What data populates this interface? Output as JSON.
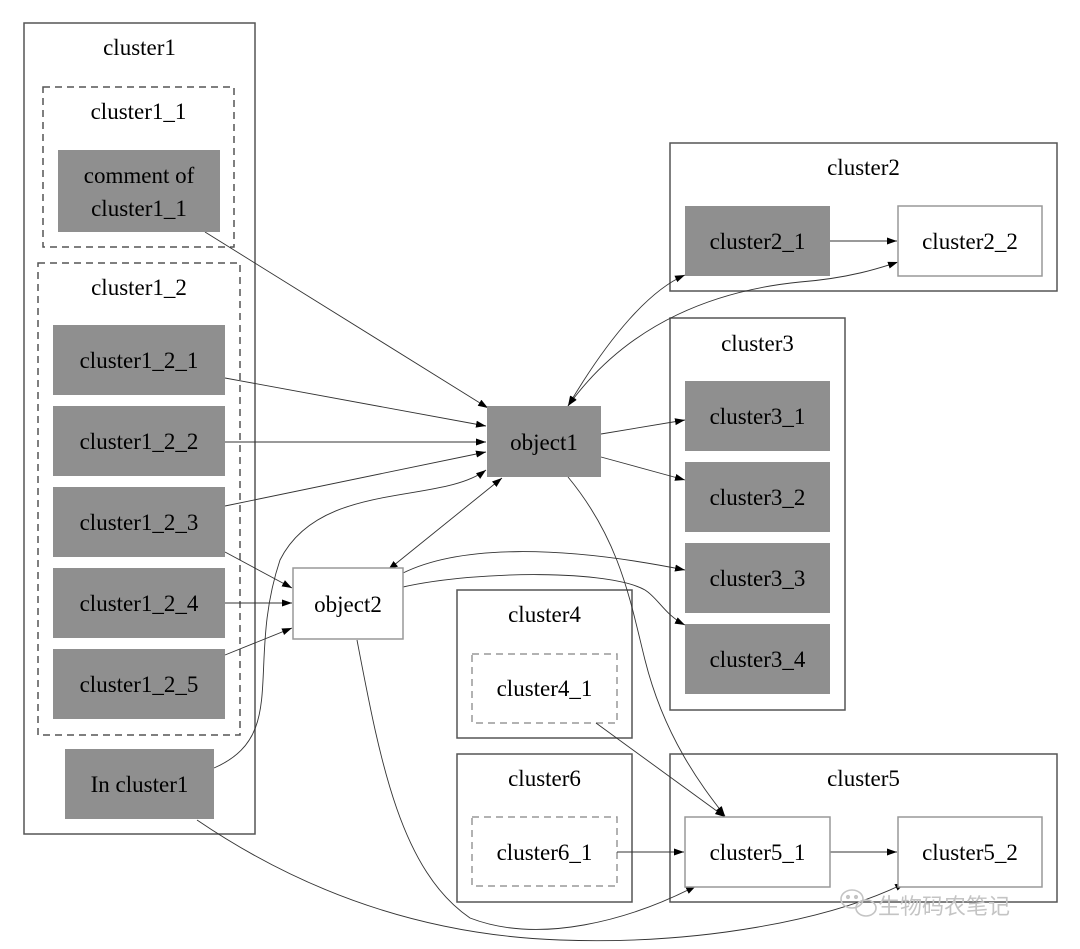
{
  "clusters": {
    "cluster1": "cluster1",
    "cluster1_1": "cluster1_1",
    "cluster1_2": "cluster1_2",
    "cluster2": "cluster2",
    "cluster3": "cluster3",
    "cluster4": "cluster4",
    "cluster5": "cluster5",
    "cluster6": "cluster6"
  },
  "nodes": {
    "comment_line1": "comment of",
    "comment_line2": "cluster1_1",
    "cluster1_2_1": "cluster1_2_1",
    "cluster1_2_2": "cluster1_2_2",
    "cluster1_2_3": "cluster1_2_3",
    "cluster1_2_4": "cluster1_2_4",
    "cluster1_2_5": "cluster1_2_5",
    "in_cluster1": "In cluster1",
    "object1": "object1",
    "object2": "object2",
    "cluster2_1": "cluster2_1",
    "cluster2_2": "cluster2_2",
    "cluster3_1": "cluster3_1",
    "cluster3_2": "cluster3_2",
    "cluster3_3": "cluster3_3",
    "cluster3_4": "cluster3_4",
    "cluster4_1": "cluster4_1",
    "cluster5_1": "cluster5_1",
    "cluster5_2": "cluster5_2",
    "cluster6_1": "cluster6_1"
  },
  "colors": {
    "filled_node": "#8f8f8f",
    "white_node": "#ffffff",
    "border": "#555555",
    "edge": "#333333"
  },
  "watermark": {
    "text": "生物码农笔记",
    "icon": "wechat-icon"
  }
}
